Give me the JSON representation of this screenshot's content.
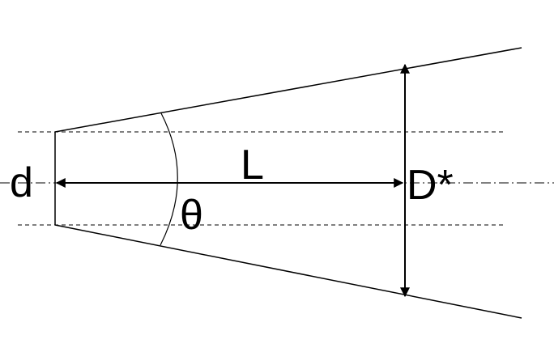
{
  "diagram": {
    "labels": {
      "inner_diameter": "d",
      "length": "L",
      "angle": "θ",
      "outer_diameter": "D*"
    },
    "colors": {
      "stroke": "#000000",
      "background": "#ffffff"
    }
  }
}
